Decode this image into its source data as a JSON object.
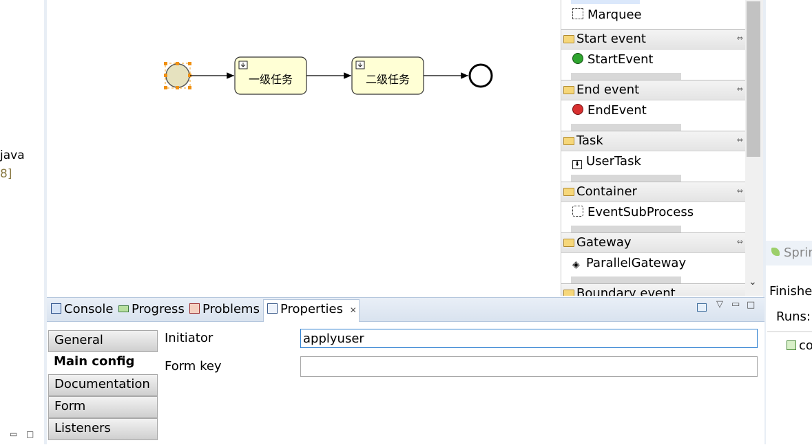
{
  "left": {
    "frag1": "java",
    "frag2": "8]"
  },
  "diagram": {
    "task1": "一级任务",
    "task2": "二级任务"
  },
  "palette": {
    "marquee": "Marquee",
    "drawers": [
      {
        "label": "Start event",
        "item": "StartEvent"
      },
      {
        "label": "End event",
        "item": "EndEvent"
      },
      {
        "label": "Task",
        "item": "UserTask"
      },
      {
        "label": "Container",
        "item": "EventSubProcess"
      },
      {
        "label": "Gateway",
        "item": "ParallelGateway"
      },
      {
        "label": "Boundary event"
      }
    ]
  },
  "right": {
    "spring": "Sprin",
    "finished": "Finished",
    "runs": "Runs:",
    "co": "co"
  },
  "tabs": {
    "console": "Console",
    "progress": "Progress",
    "problems": "Problems",
    "properties": "Properties"
  },
  "side": {
    "general": "General",
    "main": "Main config",
    "documentation": "Documentation",
    "form": "Form",
    "listeners": "Listeners"
  },
  "form": {
    "initiator_label": "Initiator",
    "initiator_value": "applyuser",
    "formkey_label": "Form key",
    "formkey_value": ""
  },
  "colors": {
    "start_fill": "#e6e2bf",
    "task_fill": "#ffffd5",
    "selection": "#f0a020"
  }
}
